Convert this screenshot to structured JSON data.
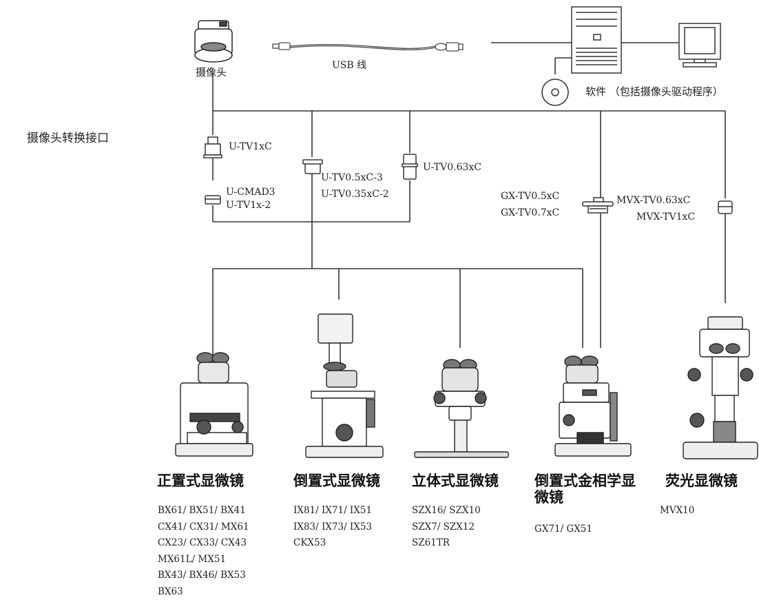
{
  "top": {
    "camera_label": "摄像头",
    "usb_label": "USB 线",
    "software_label": "软件 （包括摄像头驱动程序）"
  },
  "left_title": "摄像头转换接口",
  "adapters": {
    "u_tv1xc": "U-TV1xC",
    "u_cmad3": "U-CMAD3",
    "u_tv1x_2": "U-TV1x-2",
    "u_tv05xc_3": "U-TV0.5xC-3",
    "u_tv035xc_2": "U-TV0.35xC-2",
    "u_tv063xc": "U-TV0.63xC",
    "gx_tv05xc": "GX-TV0.5xC",
    "gx_tv07xc": "GX-TV0.7xC",
    "mvx_tv063xc": "MVX-TV0.63xC",
    "mvx_tv1xc": "MVX-TV1xC"
  },
  "microscopes": [
    {
      "title": "正置式显微镜",
      "models": [
        "BX61/ BX51/ BX41",
        "CX41/ CX31/ MX61",
        "CX23/ CX33/ CX43",
        "MX61L/ MX51",
        "BX43/ BX46/ BX53",
        "BX63"
      ]
    },
    {
      "title": "倒置式显微镜",
      "models": [
        "IX81/ IX71/ IX51",
        "IX83/ IX73/ IX53",
        "CKX53"
      ]
    },
    {
      "title": "立体式显微镜",
      "models": [
        "SZX16/ SZX10",
        "SZX7/ SZX12",
        "SZ61TR"
      ]
    },
    {
      "title_line1": "倒置式金相学显",
      "title_line2": "微镜",
      "models": [
        "GX71/ GX51"
      ]
    },
    {
      "title": "荧光显微镜",
      "models": [
        "MVX10"
      ]
    }
  ]
}
